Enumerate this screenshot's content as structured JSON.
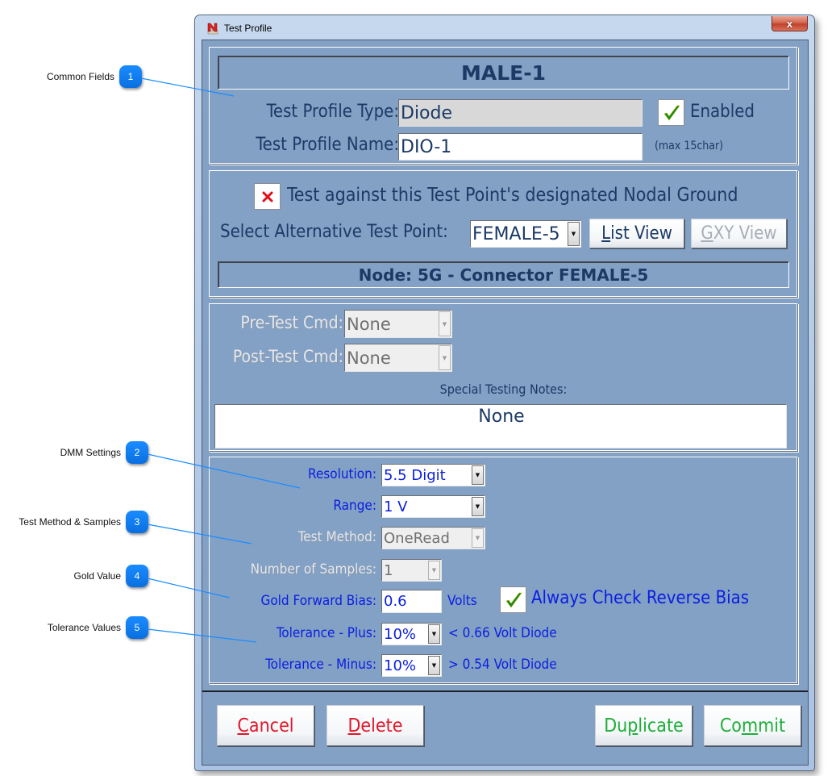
{
  "callouts": [
    {
      "number": "1",
      "label": "Common  Fields"
    },
    {
      "number": "2",
      "label": "DMM Settings"
    },
    {
      "number": "3",
      "label": "Test Method & Samples"
    },
    {
      "number": "4",
      "label": "Gold Value"
    },
    {
      "number": "5",
      "label": "Tolerance Values"
    }
  ],
  "window": {
    "title": "Test Profile",
    "close_label": "x"
  },
  "header": {
    "test_point": "MALE-1"
  },
  "common": {
    "type_label": "Test Profile Type:",
    "type_value": "Diode",
    "enabled_label": "Enabled",
    "enabled_checked": true,
    "name_label": "Test Profile Name:",
    "name_value": "DIO-1",
    "name_hint": "(max 15char)"
  },
  "nodal": {
    "ground_label": "Test against this Test Point's designated Nodal Ground",
    "ground_checked": false,
    "alt_label": "Select Alternative Test Point:",
    "alt_value": "FEMALE-5",
    "list_view": {
      "pre": "",
      "accel": "L",
      "post": "ist View"
    },
    "gxy_view": {
      "pre": "",
      "accel": "G",
      "post": "XY View"
    },
    "node_info": "Node: 5G - Connector  FEMALE-5"
  },
  "commands": {
    "pre_label": "Pre-Test Cmd:",
    "pre_value": "None",
    "post_label": "Post-Test Cmd:",
    "post_value": "None",
    "notes_label": "Special Testing Notes:",
    "notes_value": "None"
  },
  "dmm": {
    "resolution_label": "Resolution:",
    "resolution_value": "5.5 Digit",
    "range_label": "Range:",
    "range_value": "1 V",
    "method_label": "Test Method:",
    "method_value": "OneRead",
    "samples_label": "Number of Samples:",
    "samples_value": "1",
    "gold_label": "Gold Forward Bias:",
    "gold_value": "0.6",
    "gold_unit": "Volts",
    "reverse_label": "Always Check Reverse Bias",
    "reverse_checked": true,
    "tol_plus_label": "Tolerance - Plus:",
    "tol_plus_value": "10%",
    "tol_plus_note": "< 0.66 Volt Diode",
    "tol_minus_label": "Tolerance - Minus:",
    "tol_minus_value": "10%",
    "tol_minus_note": "> 0.54 Volt Diode"
  },
  "footer": {
    "cancel": {
      "pre": "",
      "accel": "C",
      "post": "ancel"
    },
    "delete": {
      "pre": "",
      "accel": "D",
      "post": "elete"
    },
    "duplicate": {
      "pre": "Du",
      "accel": "p",
      "post": "licate"
    },
    "commit": {
      "pre": "Co",
      "accel": "m",
      "post": "mit"
    }
  },
  "colors": {
    "panel_bg": "#83a1c5",
    "label_navy": "#1b3a66",
    "label_blue": "#0a1ee0",
    "danger_red": "#e0162b",
    "ok_green": "#1fae3a",
    "callout_blue": "#0a7aff"
  }
}
